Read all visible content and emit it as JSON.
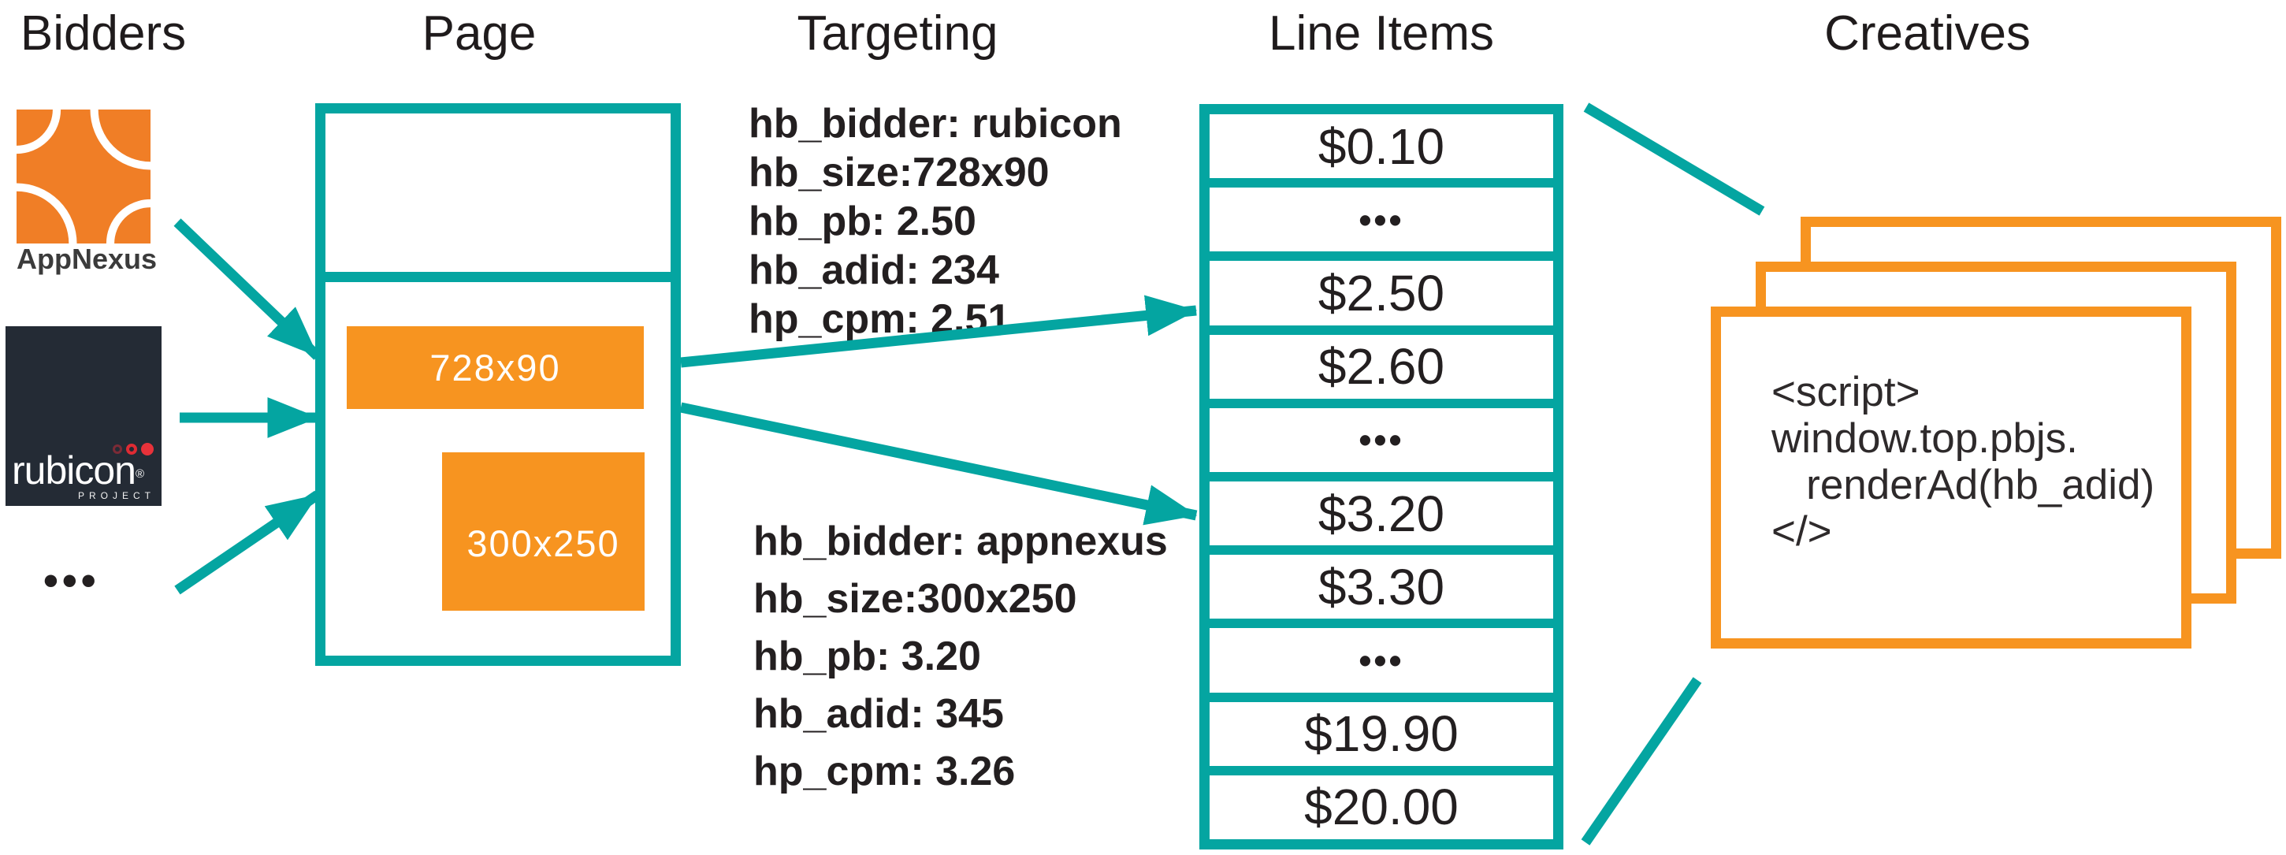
{
  "columns": {
    "bidders": "Bidders",
    "page": "Page",
    "targeting": "Targeting",
    "line_items": "Line Items",
    "creatives": "Creatives"
  },
  "bidders": {
    "appnexus_label": "AppNexus",
    "rubicon_name": "rubicon",
    "rubicon_reg": "®",
    "rubicon_project": "PROJECT",
    "more_dots": "•••"
  },
  "page": {
    "slot_top_label": "728x90",
    "slot_bottom_label": "300x250"
  },
  "targeting": {
    "block1_lines": [
      "hb_bidder: rubicon",
      "hb_size:728x90",
      "hb_pb: 2.50",
      "hb_adid: 234",
      "hp_cpm: 2.51"
    ],
    "block2_lines": [
      "hb_bidder: appnexus",
      "hb_size:300x250",
      "hb_pb: 3.20",
      "hb_adid: 345",
      "hp_cpm: 3.26"
    ]
  },
  "line_items": {
    "rows": [
      "$0.10",
      "•••",
      "$2.50",
      "$2.60",
      "•••",
      "$3.20",
      "$3.30",
      "•••",
      "$19.90",
      "$20.00"
    ]
  },
  "creatives": {
    "script_lines": [
      "<script>",
      "window.top.pbjs.",
      "   renderAd(hb_adid)",
      "</>"
    ]
  },
  "colors": {
    "teal": "#04A5A1",
    "orange": "#F79420",
    "appnexus_orange": "#F07E26",
    "rubicon_navy": "#242B35",
    "text": "#231F20"
  }
}
